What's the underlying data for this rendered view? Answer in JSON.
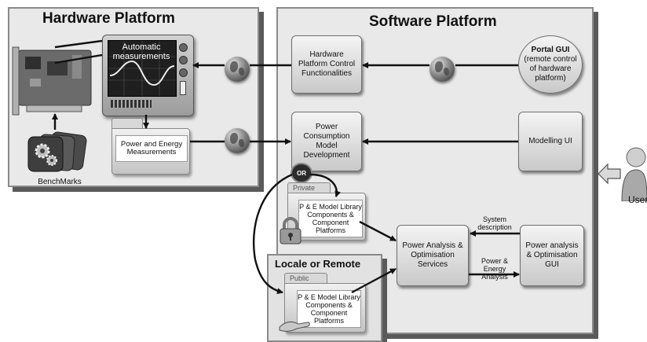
{
  "hardware_panel": {
    "title": "Hardware Platform"
  },
  "software_panel": {
    "title": "Software Platform"
  },
  "locale_panel": {
    "title": "Locale or Remote"
  },
  "monitor": {
    "label": "Automatic measurements"
  },
  "benchmarks": {
    "label": "BenchMarks"
  },
  "power_energy_folder": {
    "label": "Power and Energy Measurements"
  },
  "hw_control": {
    "label": "Hardware Platform Control Functionalities"
  },
  "portal_gui": {
    "title": "Portal GUI",
    "subtitle": "(remote control of hardware platform)"
  },
  "power_model_dev": {
    "label": "Power Consumption Model Development"
  },
  "modelling_ui": {
    "label": "Modelling UI"
  },
  "or_badge": {
    "label": "OR"
  },
  "private_library": {
    "tab": "Private",
    "label": "P & E Model Library Components & Component Platforms"
  },
  "public_library": {
    "tab": "Public",
    "label": "P & E Model Library Components & Component Platforms"
  },
  "power_services": {
    "label": "Power Analysis & Optimisation Services"
  },
  "power_gui": {
    "label": "Power analysis & Optimisation GUI"
  },
  "edges": {
    "system_description": "System description",
    "power_energy_analysis": "Power & Energy Analysis"
  },
  "user": {
    "label": "User"
  },
  "icons": [
    "globe-icon",
    "monitor-icon",
    "pci-card-icon",
    "benchmark-gears-icon",
    "folder-icon",
    "padlock-icon",
    "hand-icon",
    "user-icon",
    "arrow-left-icon"
  ]
}
